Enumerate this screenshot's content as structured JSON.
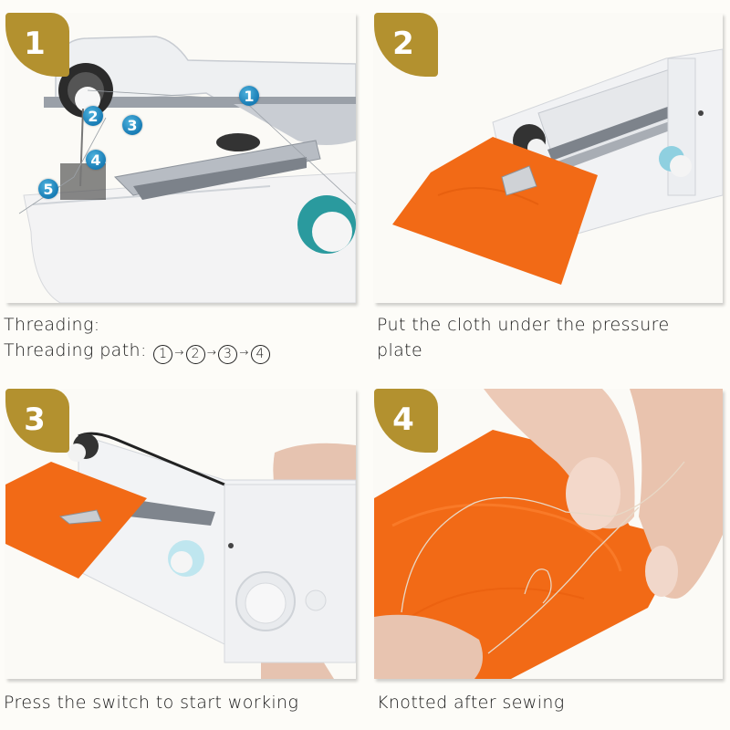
{
  "colors": {
    "badge": "#b3912f",
    "background": "#fdfcf8",
    "cloth": "#f26a16",
    "thread_marker": "#1f86c0",
    "spool_teal": "#2a9a9e"
  },
  "steps": [
    {
      "number": "1",
      "caption_line1": "Threading:",
      "caption_line2_prefix": "Threading path:",
      "path": [
        "1",
        "2",
        "3",
        "4"
      ],
      "path_arrow": "→",
      "thread_markers": [
        "1",
        "2",
        "3",
        "4",
        "5"
      ]
    },
    {
      "number": "2",
      "caption_line1": "Put the cloth under the pressure",
      "caption_line2": "plate"
    },
    {
      "number": "3",
      "caption_line1": "Press the switch to start working"
    },
    {
      "number": "4",
      "caption_line1": "Knotted after sewing"
    }
  ]
}
